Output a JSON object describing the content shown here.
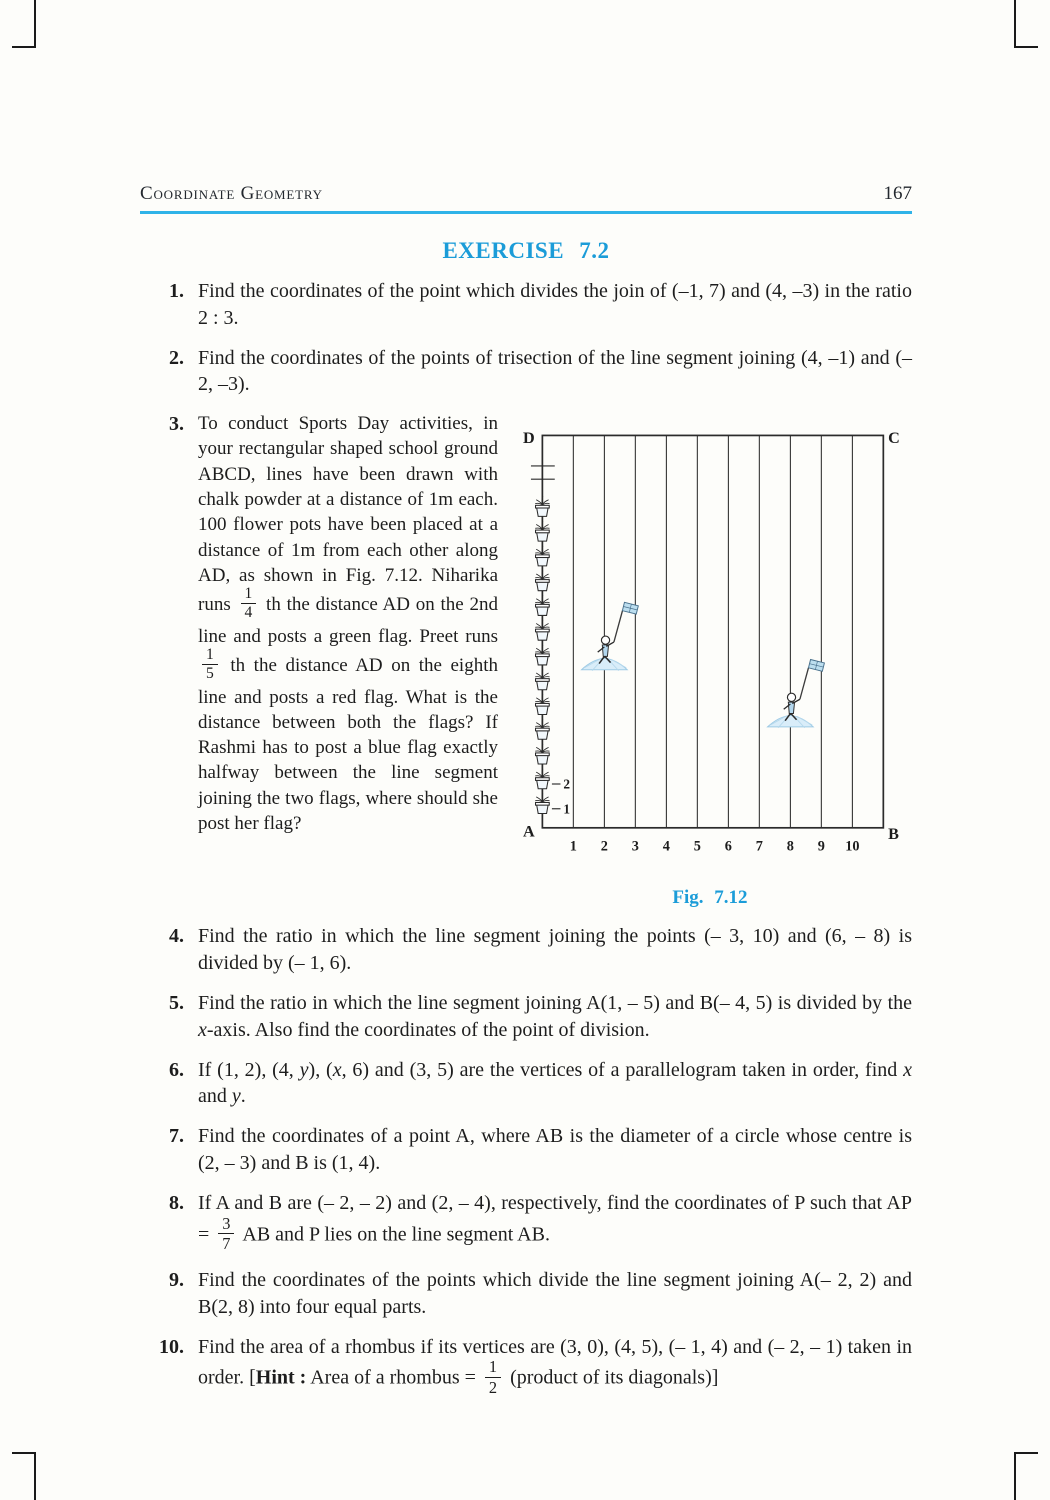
{
  "colors": {
    "accent_blue": "#1b9cd8",
    "rule_cyan": "#2fb3e8"
  },
  "header": {
    "chapter": "Coordinate Geometry",
    "page_number": "167"
  },
  "exercise_title": "EXERCISE 7.2",
  "problems": [
    {
      "num": "1.",
      "segments": [
        {
          "t": "txt",
          "v": "Find the coordinates of the point which divides the join of (–1, 7) and (4, –3) in the ratio 2 : 3."
        }
      ]
    },
    {
      "num": "2.",
      "segments": [
        {
          "t": "txt",
          "v": "Find the coordinates of the points of trisection of the line segment joining (4, –1) and (–2, –3)."
        }
      ]
    },
    {
      "num": "3.",
      "segments": [
        {
          "t": "txt",
          "v": "To conduct Sports Day activities, in your rectangular shaped school ground ABCD, lines have been drawn with chalk powder at a distance of 1m each. 100 flower pots have been placed at a distance of 1m from each other along AD, as shown in Fig. 7.12. Niharika runs "
        },
        {
          "t": "frac",
          "n": "1",
          "d": "4"
        },
        {
          "t": "txt",
          "v": " th the distance AD on the 2nd line and posts a green flag. Preet runs "
        },
        {
          "t": "frac",
          "n": "1",
          "d": "5"
        },
        {
          "t": "txt",
          "v": " th the distance AD on the eighth line and posts a red flag. What is the distance between both the flags? If Rashmi has to post a blue flag exactly halfway between the line segment joining the two flags, where should she post her flag?"
        }
      ]
    },
    {
      "num": "4.",
      "segments": [
        {
          "t": "txt",
          "v": "Find the ratio in which the line segment joining the points (– 3, 10) and (6, – 8) is divided by (– 1, 6)."
        }
      ]
    },
    {
      "num": "5.",
      "segments": [
        {
          "t": "txt",
          "v": "Find the ratio in which the line segment joining A(1, – 5) and B(– 4, 5) is divided by the "
        },
        {
          "t": "i",
          "v": "x"
        },
        {
          "t": "txt",
          "v": "-axis. Also find the coordinates of the point of division."
        }
      ]
    },
    {
      "num": "6.",
      "segments": [
        {
          "t": "txt",
          "v": "If (1, 2), (4, "
        },
        {
          "t": "i",
          "v": "y"
        },
        {
          "t": "txt",
          "v": "), ("
        },
        {
          "t": "i",
          "v": "x"
        },
        {
          "t": "txt",
          "v": ", 6) and (3, 5) are the vertices of a parallelogram taken in order, find "
        },
        {
          "t": "i",
          "v": "x"
        },
        {
          "t": "txt",
          "v": " and "
        },
        {
          "t": "i",
          "v": "y"
        },
        {
          "t": "txt",
          "v": "."
        }
      ]
    },
    {
      "num": "7.",
      "segments": [
        {
          "t": "txt",
          "v": "Find the coordinates of a point A, where AB is the diameter of a circle whose centre is (2, – 3) and B is (1, 4)."
        }
      ]
    },
    {
      "num": "8.",
      "segments": [
        {
          "t": "txt",
          "v": "If A and B are (– 2, – 2) and (2, – 4), respectively, find the coordinates of P such that AP = "
        },
        {
          "t": "frac",
          "n": "3",
          "d": "7"
        },
        {
          "t": "txt",
          "v": " AB and P lies on the line segment AB."
        }
      ]
    },
    {
      "num": "9.",
      "segments": [
        {
          "t": "txt",
          "v": "Find the coordinates of the points which divide the line segment joining A(– 2, 2) and B(2, 8) into four equal parts."
        }
      ]
    },
    {
      "num": "10.",
      "segments": [
        {
          "t": "txt",
          "v": "Find the area of a rhombus if its vertices are (3, 0), (4, 5), (– 1, 4) and (– 2, – 1) taken in order. ["
        },
        {
          "t": "b",
          "v": "Hint :"
        },
        {
          "t": "txt",
          "v": " Area of a rhombus = "
        },
        {
          "t": "frac",
          "n": "1",
          "d": "2"
        },
        {
          "t": "txt",
          "v": " (product of its diagonals)]"
        }
      ]
    }
  ],
  "figure": {
    "caption": "Fig. 7.12",
    "corners": {
      "top_left": "D",
      "top_right": "C",
      "bottom_left": "A",
      "bottom_right": "B"
    },
    "x_labels": [
      "1",
      "2",
      "3",
      "4",
      "5",
      "6",
      "7",
      "8",
      "9",
      "10"
    ],
    "pot_count_labels": [
      "2",
      "1"
    ],
    "icons": {
      "flag_on_line_2": "green-flag-icon",
      "flag_on_line_8": "red-flag-icon",
      "pots": "flower-pot-icon"
    }
  }
}
